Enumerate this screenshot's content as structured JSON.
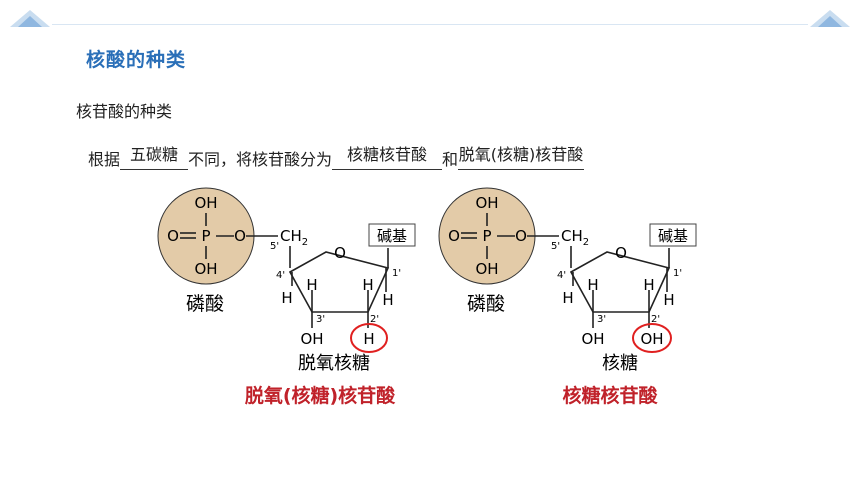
{
  "header": {
    "section_title": "核酸的种类",
    "subheading": "核苷酸的种类"
  },
  "sentence": {
    "part1": "根据",
    "blank1": "五碳糖",
    "part2": "不同，将核苷酸分为",
    "blank2": "核糖核苷酸",
    "part3": "和",
    "blank3": "脱氧(核糖)核苷酸"
  },
  "left_structure": {
    "phosphate_label": "磷酸",
    "oh_top": "OH",
    "oh_bottom": "OH",
    "o_double": "O",
    "p": "P",
    "o_link": "O",
    "ch2": "CH",
    "ch2_sub": "2",
    "c5": "5'",
    "ring_o": "O",
    "base_box": "碱基",
    "c1": "1'",
    "c4": "4'",
    "c3": "3'",
    "c2": "2'",
    "h_a": "H",
    "h_b": "H",
    "h_c": "H",
    "h_d": "H",
    "oh3": "OH",
    "c2_group": "H",
    "sugar_name": "脱氧核糖",
    "nucleotide_name": "脱氧(核糖)核苷酸"
  },
  "right_structure": {
    "phosphate_label": "磷酸",
    "oh_top": "OH",
    "oh_bottom": "OH",
    "o_double": "O",
    "p": "P",
    "o_link": "O",
    "ch2": "CH",
    "ch2_sub": "2",
    "c5": "5'",
    "ring_o": "O",
    "base_box": "碱基",
    "c1": "1'",
    "c4": "4'",
    "c3": "3'",
    "c2": "2'",
    "h_a": "H",
    "h_b": "H",
    "h_c": "H",
    "h_d": "H",
    "oh3": "OH",
    "c2_group": "OH",
    "sugar_name": "核糖",
    "nucleotide_name": "核糖核苷酸"
  },
  "colors": {
    "title_blue": "#2a6fb8",
    "phosphate_fill": "#e3cba8",
    "highlight_red": "#e02020",
    "label_red": "#c0222a"
  }
}
